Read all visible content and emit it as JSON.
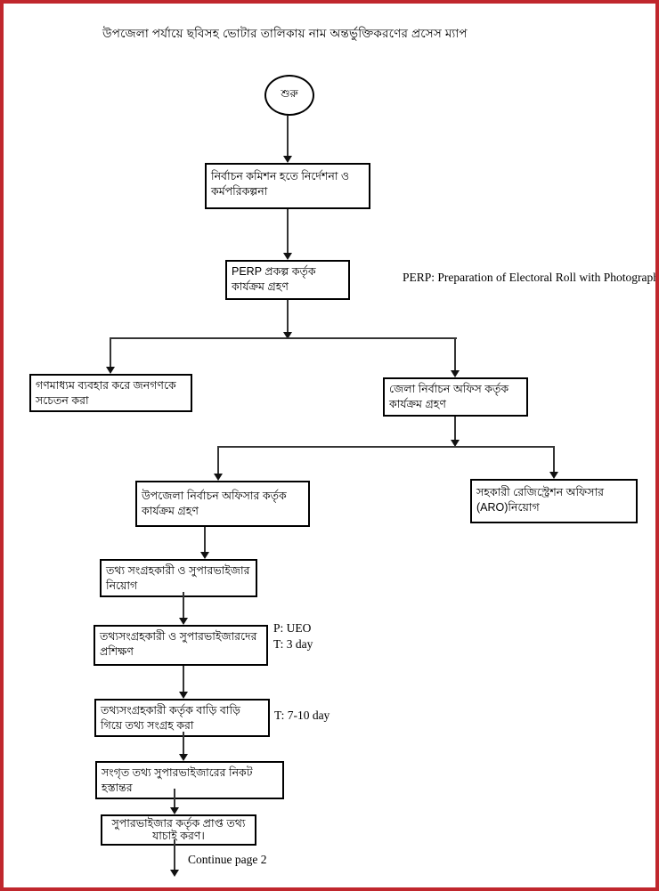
{
  "page": {
    "title": "উপজেলা পর্যায়ে ছবিসহ ভোটার তালিকায় নাম অন্তর্ভুক্তিকরণের প্রসেস ম্যাপ",
    "frame_color": "#c0272d",
    "line_color": "#353535"
  },
  "flowchart": {
    "start_label": "শুরু",
    "nodes": {
      "ec_directive": "নির্বাচন কমিশন হতে নির্দেশনা ও কর্মপরিকল্পনা",
      "perp_project": "PERP প্রকল্প কর্তৃক কার্যক্রম গ্রহণ",
      "mass_media": "গণমাধ্যম ব্যবহার করে জনগণকে সচেতন করা",
      "district_office": "জেলা নির্বাচন অফিস কর্তৃক কার্যক্রম গ্রহণ",
      "upazila_officer": "উপজেলা নির্বাচন অফিসার কর্তৃক কার্যক্রম গ্রহণ",
      "aro_appointment": "সহকারী রেজিস্ট্রেশন অফিসার (ARO)নিয়োগ",
      "recruit_collectors": "তথ্য সংগ্রহকারী ও সুপারভাইজার নিয়োগ",
      "training": "তথ্যসংগ্রহকারী ও সুপারভাইজারদের প্রশিক্ষণ",
      "door_to_door": "তথ্যসংগ্রহকারী কর্তৃক বাড়ি বাড়ি গিয়ে তথ্য সংগ্রহ করা",
      "handover": "সংগৃত তথ্য সুপারভাইজারের নিকট হস্তান্তর",
      "verification": "সুপারভাইজার কর্তৃক প্রাপ্ত তথ্য যাচাই করণ।"
    },
    "annotations": {
      "perp_definition": "PERP: Preparation of Electoral Roll with Photograph",
      "training_person": "P: UEO",
      "training_time": "T: 3 day",
      "collection_time": "T: 7-10 day",
      "continue_note": "Continue page 2"
    }
  }
}
